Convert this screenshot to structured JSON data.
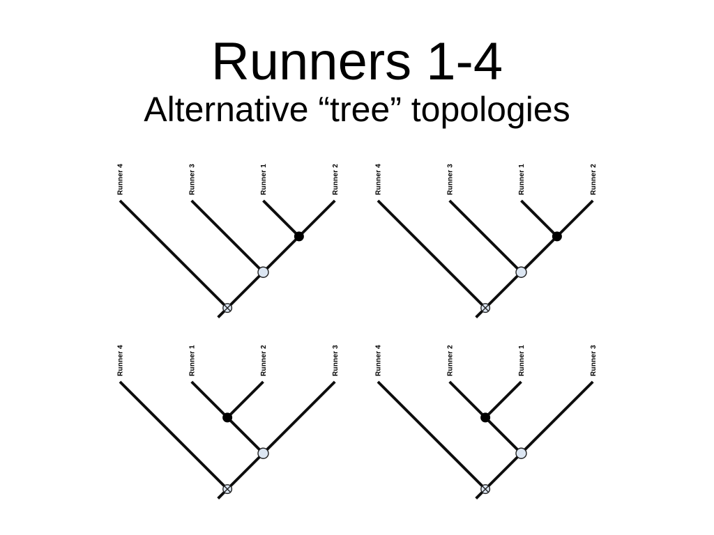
{
  "slide": {
    "title": "Runners 1-4",
    "subtitle": "Alternative “tree” topologies"
  },
  "trees": [
    {
      "id": "top-left",
      "tips": [
        "Runner 4",
        "Runner 3",
        "Runner 1",
        "Runner 2"
      ],
      "cherry": [
        2,
        3
      ],
      "joins": [
        1,
        0
      ],
      "topology": "(((Runner 1, Runner 2), Runner 3), Runner 4)"
    },
    {
      "id": "top-right",
      "tips": [
        "Runner 4",
        "Runner 3",
        "Runner 1",
        "Runner 2"
      ],
      "cherry": [
        2,
        3
      ],
      "joins": [
        1,
        0
      ],
      "topology": "(((Runner 1, Runner 2), Runner 3), Runner 4)"
    },
    {
      "id": "bottom-left",
      "tips": [
        "Runner 4",
        "Runner 1",
        "Runner 2",
        "Runner 3"
      ],
      "cherry": [
        1,
        2
      ],
      "joins": [
        3,
        0
      ],
      "topology": "(((Runner 1, Runner 2), Runner 3), Runner 4)"
    },
    {
      "id": "bottom-right",
      "tips": [
        "Runner 4",
        "Runner 2",
        "Runner 1",
        "Runner 3"
      ],
      "cherry": [
        1,
        2
      ],
      "joins": [
        3,
        0
      ],
      "topology": "(((Runner 2, Runner 1), Runner 3), Runner 4)"
    }
  ],
  "markers": {
    "cherry_node": "filled-black-circle",
    "internal_node": "light-blue-circle",
    "root_node": "circled-x"
  },
  "colors": {
    "background": "#ffffff",
    "branch": "#0d0d0d",
    "node_fill_blue": "#dce6f2",
    "node_fill_black": "#000000",
    "node_outline": "#1f1f1f",
    "text": "#000000"
  }
}
